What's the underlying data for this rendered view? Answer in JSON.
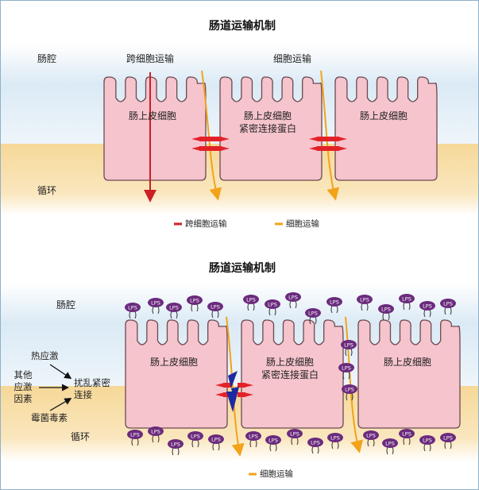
{
  "colors": {
    "lumen": "#dbeaf5",
    "blood": "#f6d898",
    "cell_fill": "#f6c4cd",
    "cell_stroke": "#6a4a52",
    "transcellular": "#cc1f26",
    "paracellular": "#f2a31a",
    "tight_junction": "#e32228",
    "lps": "#6b2b7d",
    "lightning": "#1f2aa0"
  },
  "top": {
    "title": "肠道运输机制",
    "lumen_label": "肠腔",
    "blood_label": "循环",
    "route_transcellular": "跨细胞运输",
    "route_paracellular": "细胞运输",
    "cells": [
      "肠上皮细胞",
      "肠上皮细胞\n紧密连接蛋白",
      "肠上皮细胞"
    ],
    "legend": [
      {
        "label": "跨细胞运输",
        "color_key": "transcellular"
      },
      {
        "label": "细胞运输",
        "color_key": "paracellular"
      }
    ]
  },
  "bottom": {
    "title": "肠道运输机制",
    "lumen_label": "肠腔",
    "blood_label": "循环",
    "cells": [
      "肠上皮细胞",
      "肠上皮细胞\n紧密连接蛋白",
      "肠上皮细胞"
    ],
    "stressors": {
      "heat": "热应激",
      "other": "其他\n应激\n因素",
      "mycotoxin": "霉菌毒素",
      "disrupt": "扰乱紧密\n连接"
    },
    "lps_label": "LPS",
    "legend": [
      {
        "label": "细胞运输",
        "color_key": "paracellular"
      }
    ]
  }
}
